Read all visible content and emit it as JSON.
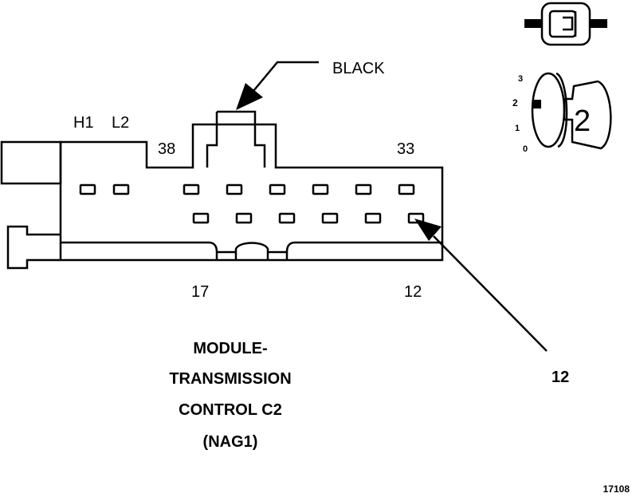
{
  "color_label": "BLACK",
  "pin_labels": {
    "top_left_a": "H1",
    "top_left_b": "L2",
    "top_mid": "38",
    "top_right": "33",
    "bottom_mid": "17",
    "bottom_right": "12"
  },
  "callout_pin": "12",
  "title_lines": [
    "MODULE-",
    "TRANSMISSION",
    "CONTROL C2",
    "(NAG1)"
  ],
  "view_legend": {
    "positions": [
      "3",
      "2",
      "1",
      "0"
    ],
    "selected_number": "2"
  },
  "figure_number": "17108"
}
